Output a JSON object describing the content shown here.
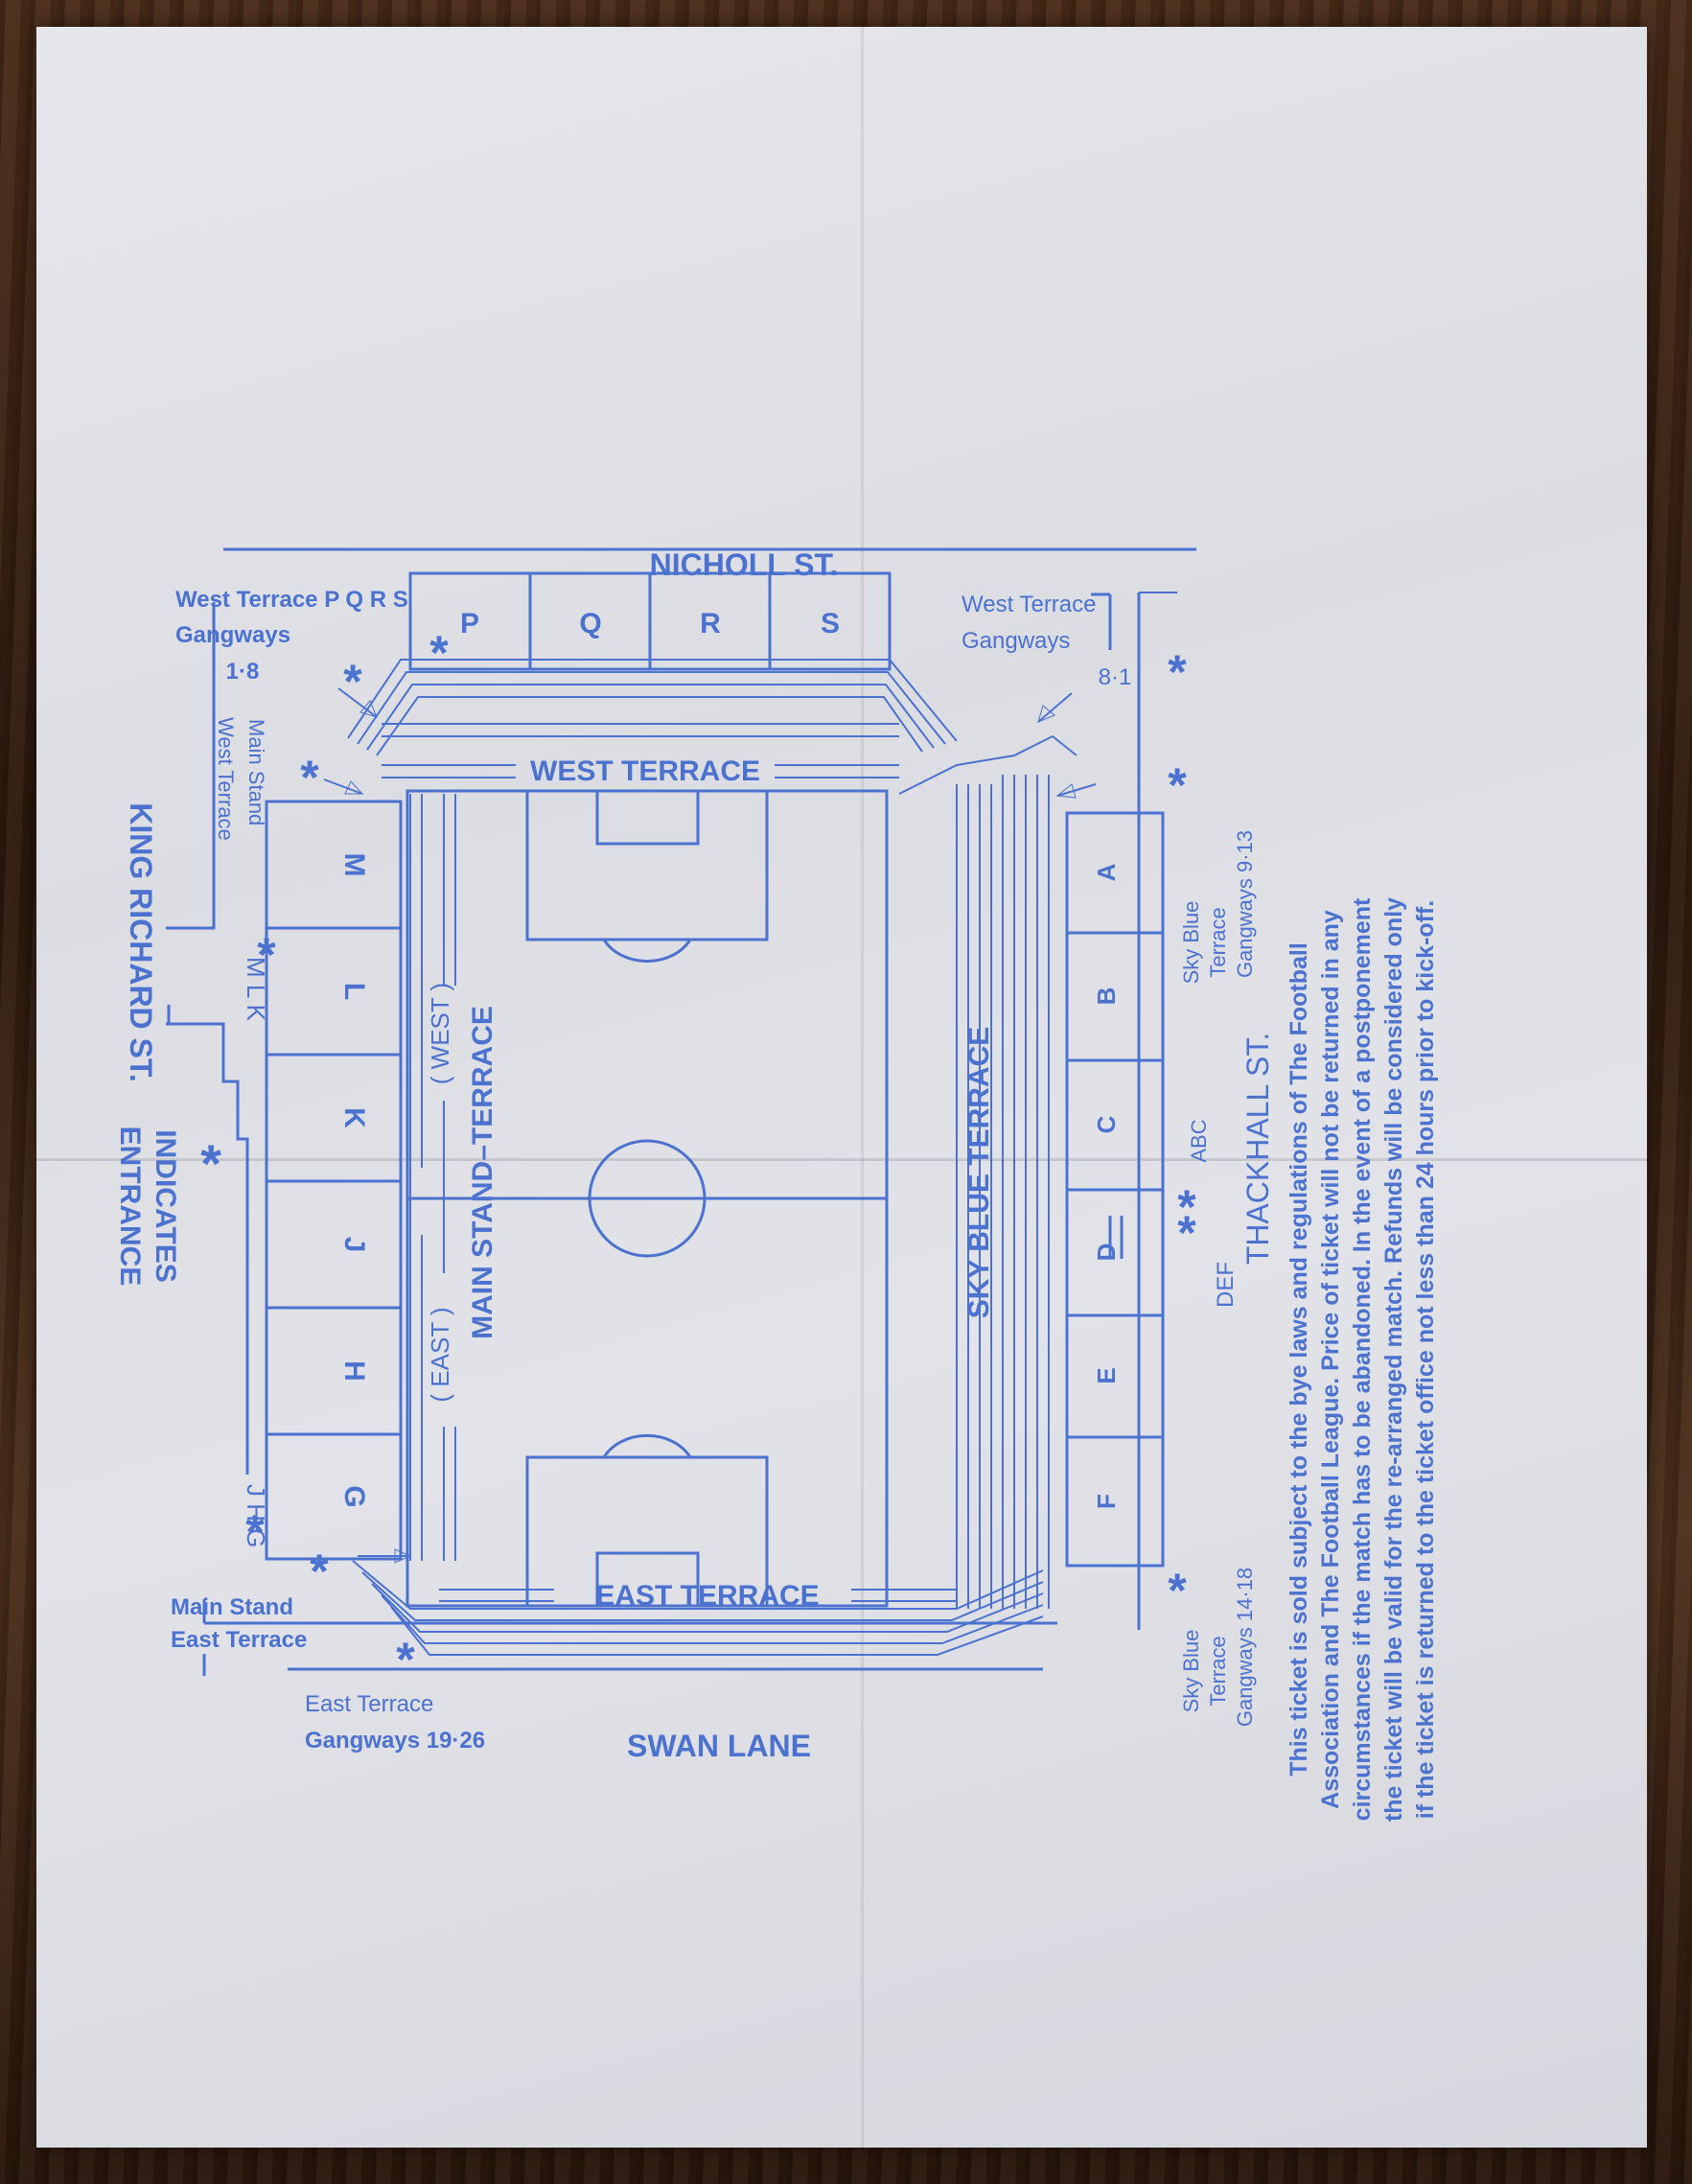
{
  "streets": {
    "north": "NICHOLL ST.",
    "south": "SWAN LANE",
    "east": "THACKHALL ST.",
    "west": "KING RICHARD ST."
  },
  "terraces": {
    "west": "WEST TERRACE",
    "east": "EAST TERRACE",
    "sky_blue": "SKY BLUE TERRACE",
    "main_stand": "MAIN STAND–TERRACE",
    "main_west": "( WEST )",
    "main_east": "( EAST )"
  },
  "blocks": {
    "top": [
      "P",
      "Q",
      "R",
      "S"
    ],
    "right": [
      "A",
      "B",
      "C",
      "D",
      "E",
      "F"
    ],
    "left": [
      "M",
      "L",
      "K",
      "J",
      "H",
      "G"
    ]
  },
  "entrance_labels": {
    "west_terrace_pqrs": "West Terrace  P Q R S",
    "west_gangways_left_1": "Gangways",
    "west_gangways_left_2": "1·8",
    "west_terrace_right": "West Terrace",
    "west_gangways_right_1": "Gangways",
    "west_gangways_right_2": "8·1",
    "main_stand_west_1": "Main Stand",
    "main_stand_west_2": "West Terrace",
    "mlk": "M L K",
    "jhg": "J H G",
    "main_stand_east_1": "Main Stand",
    "main_stand_east_2": "East Terrace",
    "east_terrace_gw_1": "East Terrace",
    "east_terrace_gw_2": "Gangways 19·26",
    "skyblue_top_1": "Sky Blue",
    "skyblue_top_2": "Terrace",
    "skyblue_top_3": "Gangways 9·13",
    "abc": "ABC",
    "def": "DEF",
    "skyblue_bottom_1": "Sky Blue",
    "skyblue_bottom_2": "Terrace",
    "skyblue_bottom_3": "Gangways 14·18"
  },
  "legend": {
    "symbol": "*",
    "line1": "INDICATES",
    "line2": "ENTRANCE"
  },
  "terms": [
    "This ticket is sold subject to the bye laws and regulations of The Football",
    "Association and The Football League. Price of ticket will not be returned in any",
    "circumstances if the match has to be abandoned. In the event of a postponement",
    "the ticket will be valid for the re-arranged match. Refunds will be considered only",
    "if the ticket is returned to the ticket office not less than 24 hours prior to kick-off."
  ],
  "colors": {
    "ink": "#4b72cf",
    "paper": "#e0e1e6"
  }
}
